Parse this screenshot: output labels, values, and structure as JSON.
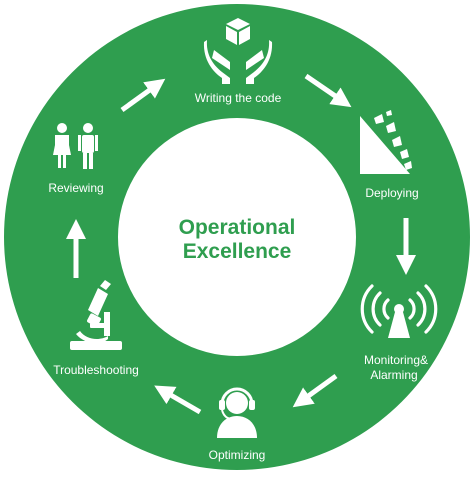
{
  "center": {
    "line1": "Operational",
    "line2": "Excellence"
  },
  "stages": [
    {
      "label": "Writing the code",
      "icon": "hands-holding-box-icon"
    },
    {
      "label": "Deploying",
      "icon": "crumbling-block-icon"
    },
    {
      "label": "Monitoring&",
      "label2": "Alarming",
      "icon": "wireless-antenna-icon"
    },
    {
      "label": "Optimizing",
      "icon": "headset-person-icon"
    },
    {
      "label": "Troubleshooting",
      "icon": "microscope-icon"
    },
    {
      "label": "Reviewing",
      "icon": "people-icon"
    }
  ],
  "colors": {
    "ring": "#2f9e4f",
    "center_text": "#2f9e4f",
    "icon": "#ffffff",
    "label": "#ffffff"
  }
}
